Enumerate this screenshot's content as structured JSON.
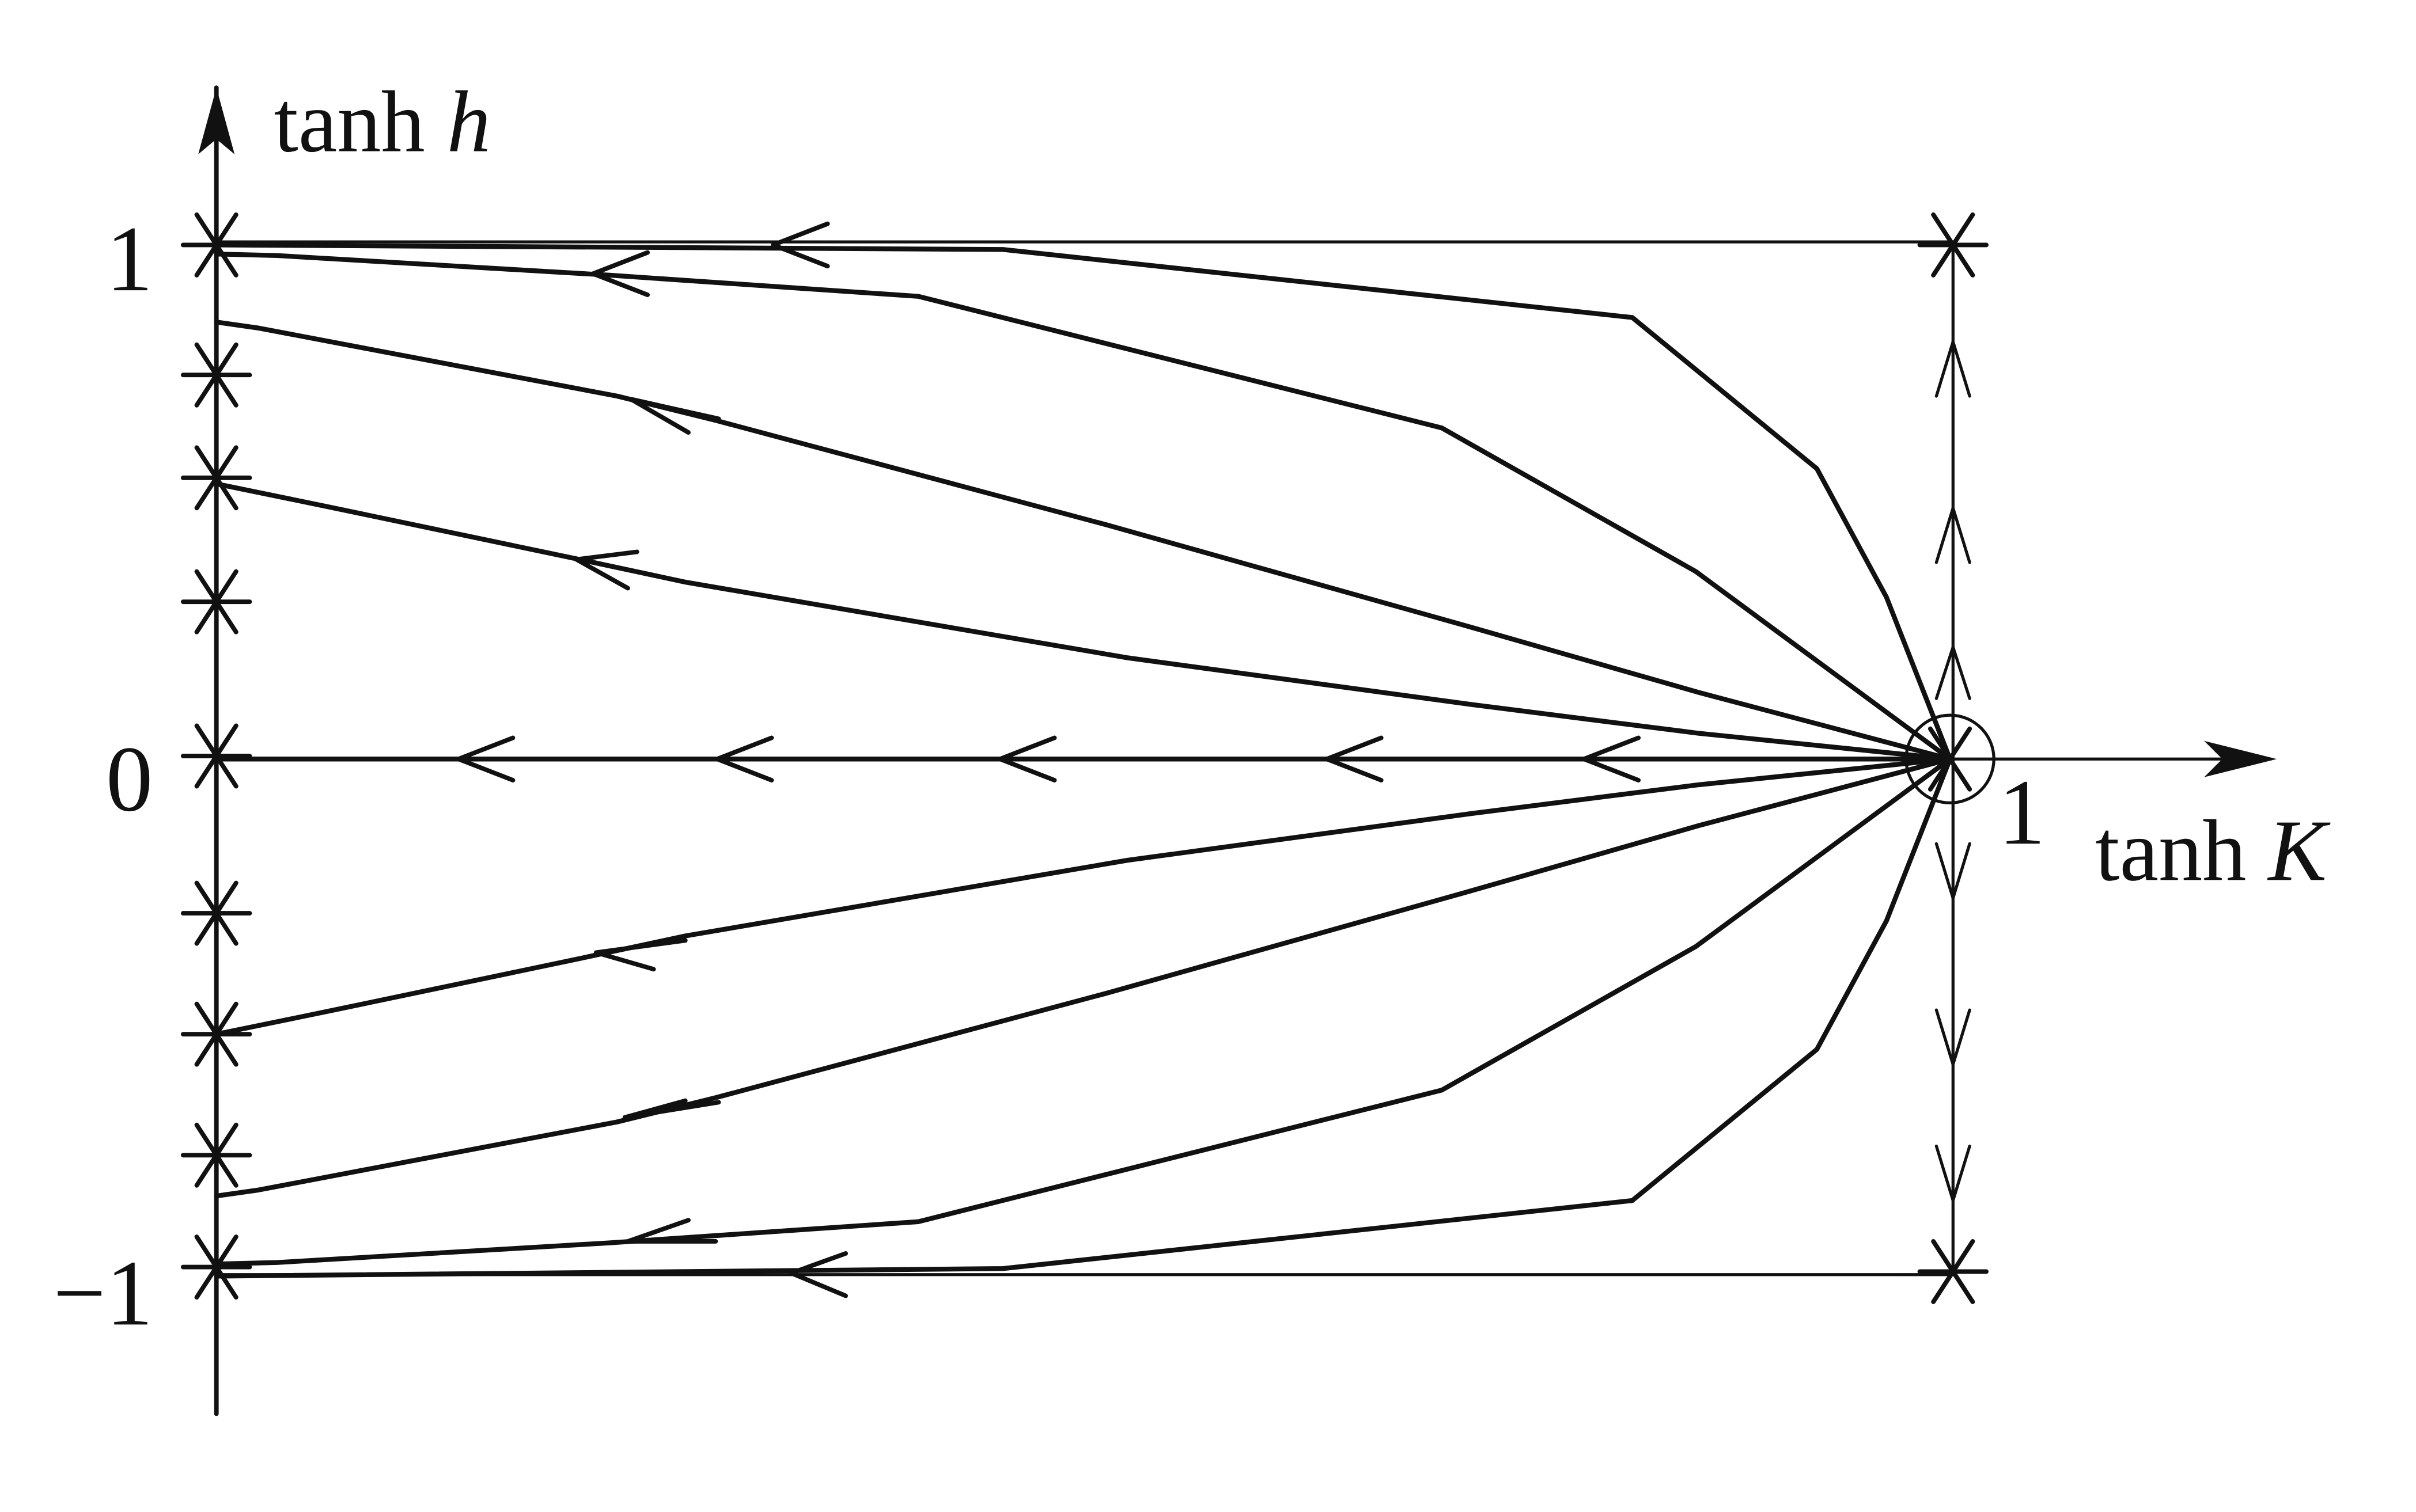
{
  "axes": {
    "y_label_prefix": "tanh",
    "y_label_var": "h",
    "x_label_prefix": "tanh",
    "x_label_var": "K",
    "y_tick_labels": [
      "1",
      "0",
      "−1"
    ],
    "x_tick_label": "1"
  },
  "style": {
    "ink": "#111111",
    "background": "#ffffff"
  }
}
